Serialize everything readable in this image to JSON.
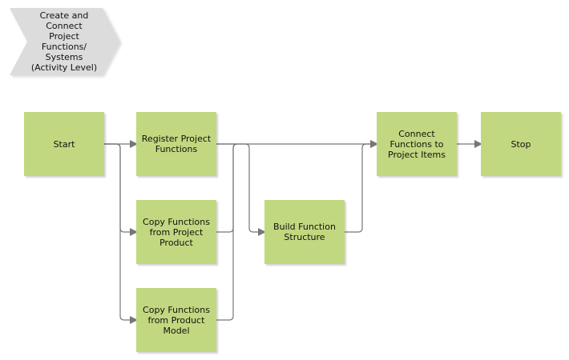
{
  "header": {
    "title": "Create and\nConnect\nProject\nFunctions/\nSystems\n(Activity Level)"
  },
  "nodes": {
    "start": "Start",
    "register": "Register Project\nFunctions",
    "copy_product": "Copy Functions\nfrom Project\nProduct",
    "copy_model": "Copy Functions\nfrom Product\nModel",
    "build": "Build Function\nStructure",
    "connect": "Connect\nFunctions to\nProject Items",
    "stop": "Stop"
  },
  "colors": {
    "node_fill": "#c2d880",
    "chevron_fill": "#dcdcdc",
    "connector": "#777777"
  },
  "icons": {
    "chevron": "chevron-shape",
    "arrow": "arrow-icon"
  }
}
